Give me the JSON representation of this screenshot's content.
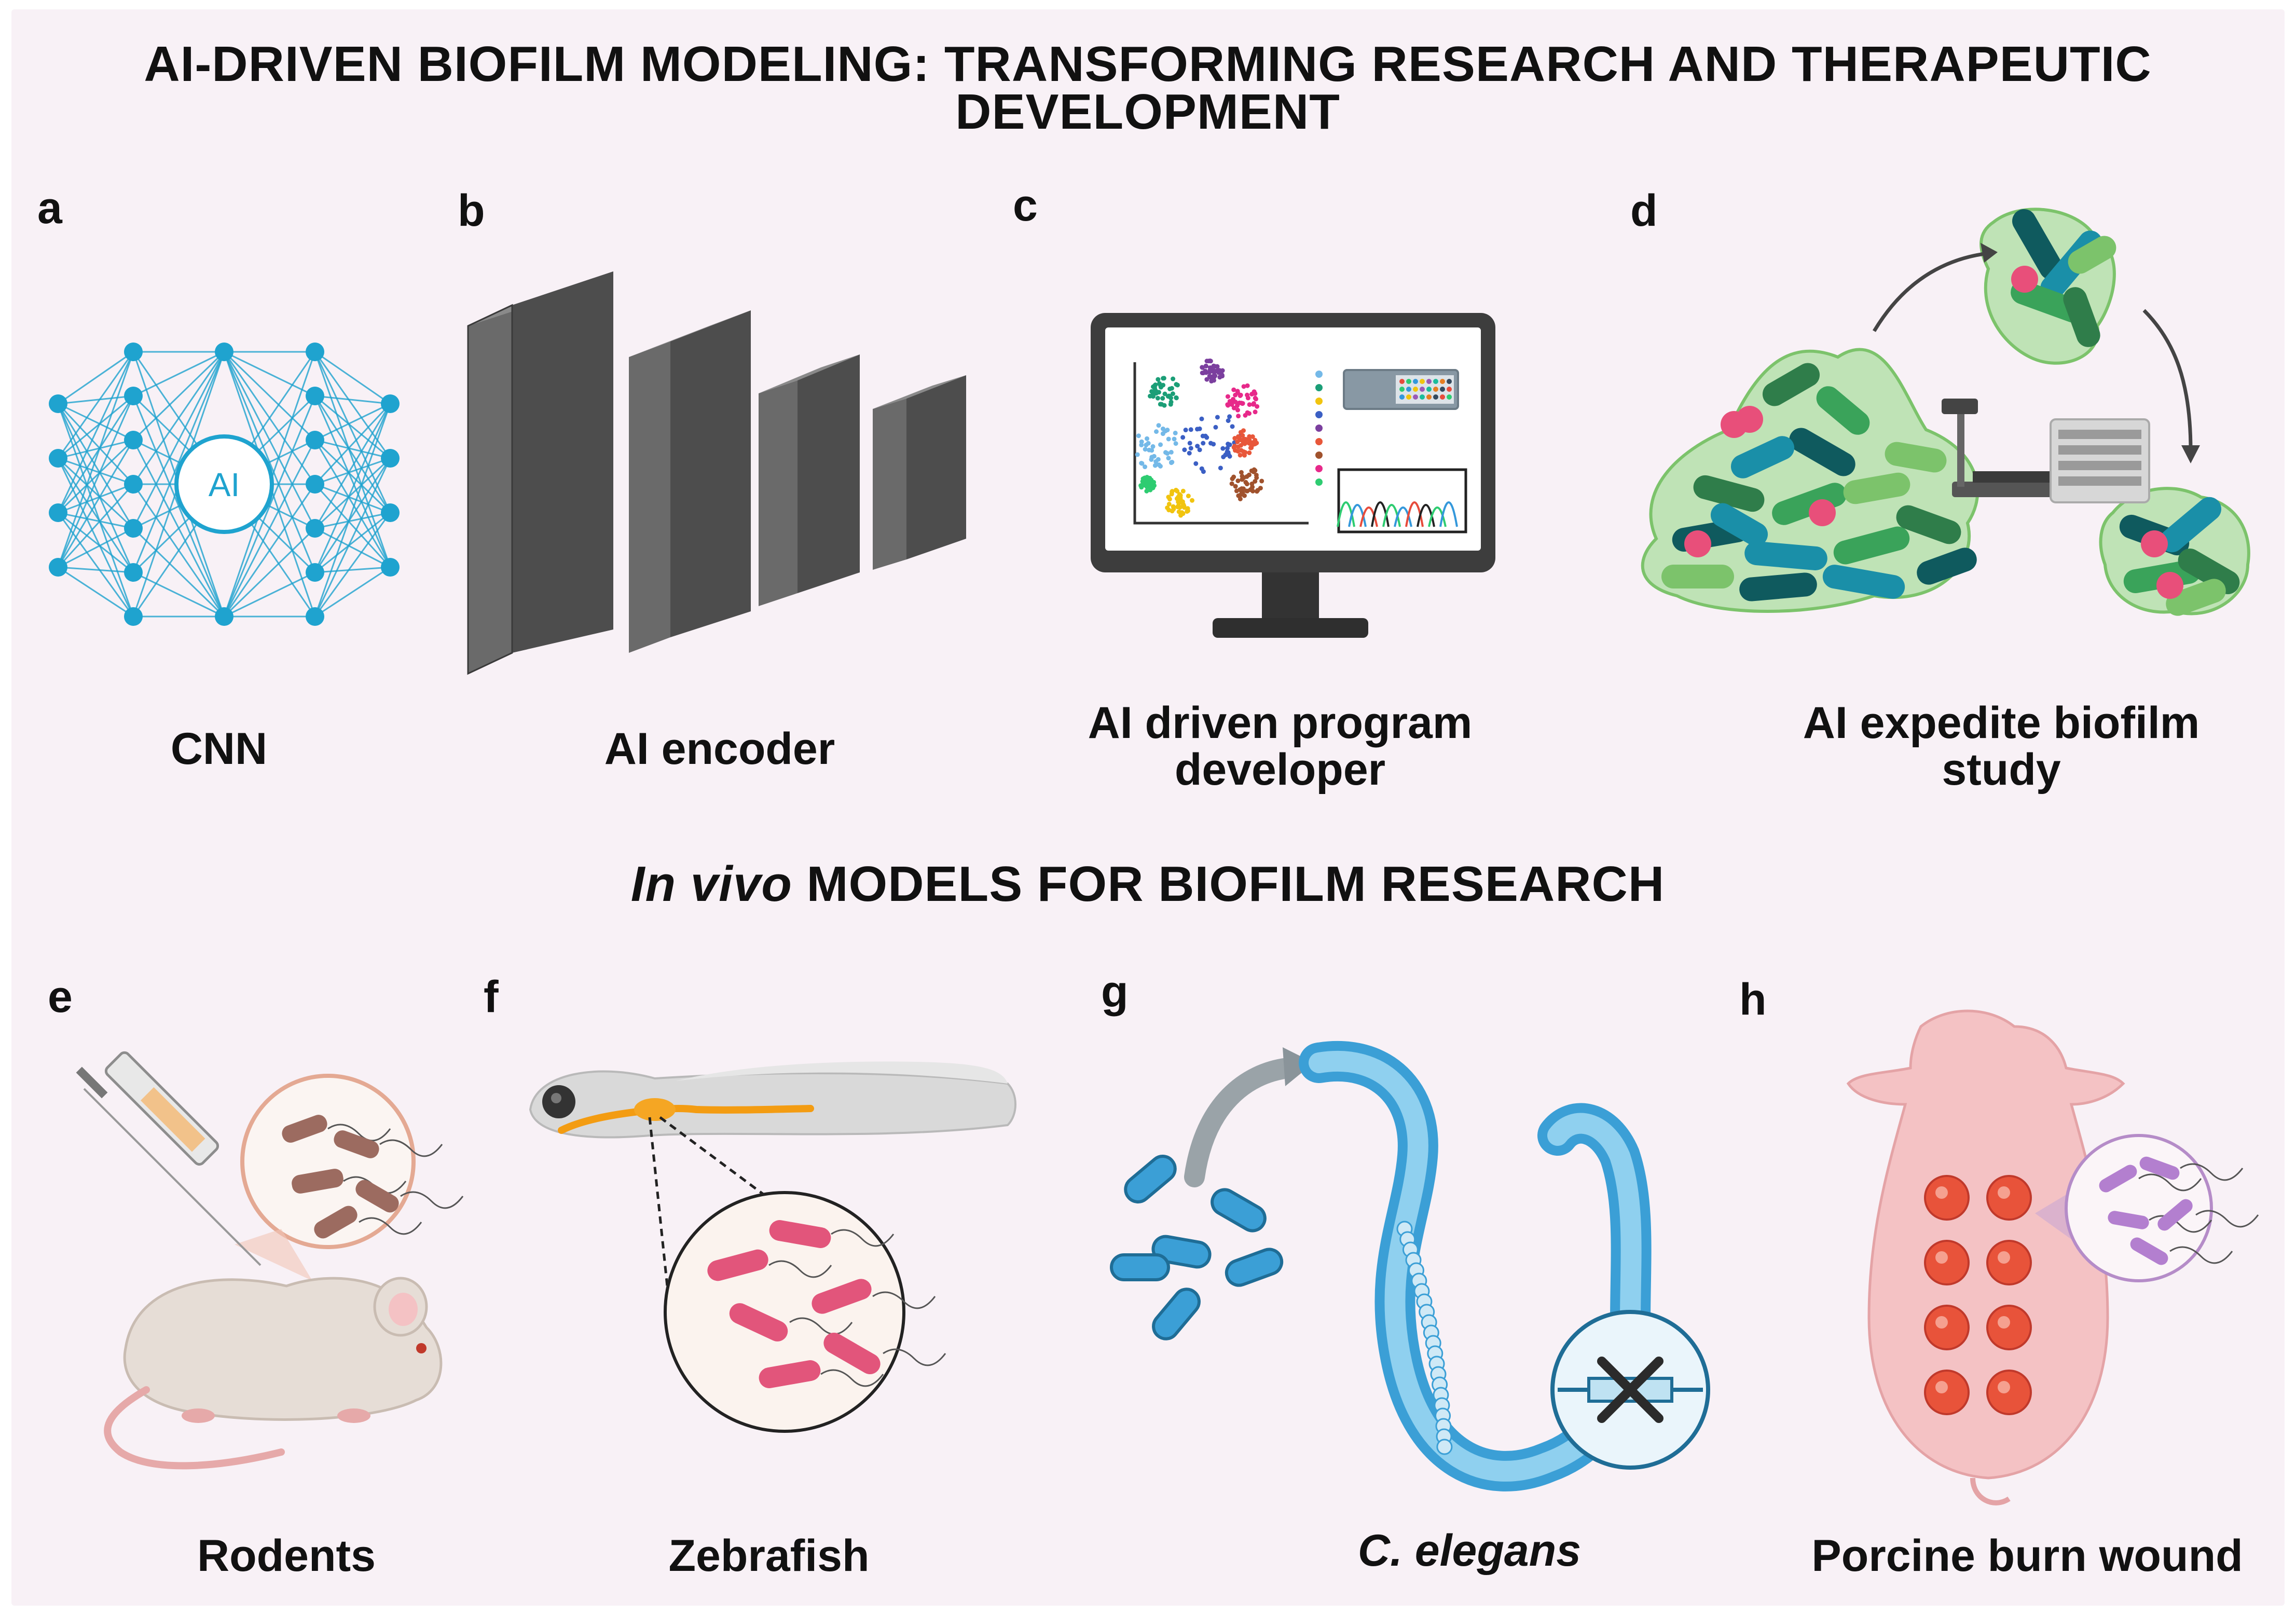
{
  "titles": {
    "main_line1": "AI-DRIVEN BIOFILM MODELING: TRANSFORMING RESEARCH AND THERAPEUTIC",
    "main_line2": "DEVELOPMENT",
    "sub_italic": "In vivo",
    "sub_rest": "MODELS FOR BIOFILM RESEARCH"
  },
  "panels": [
    {
      "letter": "a",
      "caption_line1": "CNN",
      "caption_line2": ""
    },
    {
      "letter": "b",
      "caption_line1": "AI encoder",
      "caption_line2": ""
    },
    {
      "letter": "c",
      "caption_line1": "AI driven program",
      "caption_line2": "developer"
    },
    {
      "letter": "d",
      "caption_line1": "AI expedite biofilm",
      "caption_line2": "study"
    },
    {
      "letter": "e",
      "caption_line1": "Rodents",
      "caption_line2": ""
    },
    {
      "letter": "f",
      "caption_line1": "Zebrafish",
      "caption_line2": ""
    },
    {
      "letter": "g",
      "caption_line1": "C. elegans",
      "caption_line2": ""
    },
    {
      "letter": "h",
      "caption_line1": "Porcine burn wound",
      "caption_line2": ""
    }
  ],
  "cnn_node_label": "AI",
  "colors": {
    "background": "#f8f1f6",
    "network": "#1fa3cf",
    "encoder_block": "#5f5f5f",
    "biofilm_dark": "#0f5a5e",
    "biofilm_teal": "#1a8fa8",
    "biofilm_green": "#3aa35a",
    "biofilm_pink": "#e84f7a",
    "bacteria_pink": "#e2557b",
    "worm_blue": "#3b9fd6",
    "pig_skin": "#f4c2c4",
    "burn_wound": "#e8533a"
  }
}
